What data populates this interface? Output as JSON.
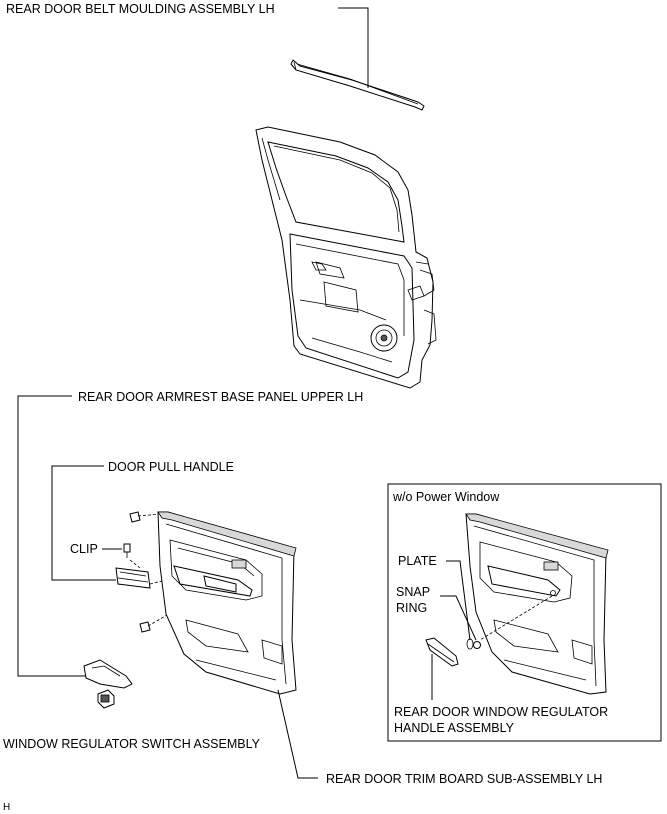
{
  "labels": {
    "belt_moulding": "REAR DOOR BELT MOULDING ASSEMBLY LH",
    "armrest_base_panel": "REAR DOOR ARMREST BASE PANEL UPPER LH",
    "door_pull_handle": "DOOR PULL HANDLE",
    "clip": "CLIP",
    "window_regulator_switch": "WINDOW REGULATOR SWITCH ASSEMBLY",
    "trim_board": "REAR DOOR TRIM BOARD SUB-ASSEMBLY LH",
    "figure_code": "H"
  },
  "inset": {
    "title": "w/o Power Window",
    "plate": "PLATE",
    "snap_ring_line1": "SNAP",
    "snap_ring_line2": "RING",
    "handle_line1": "REAR DOOR WINDOW REGULATOR",
    "handle_line2": "HANDLE ASSEMBLY"
  }
}
